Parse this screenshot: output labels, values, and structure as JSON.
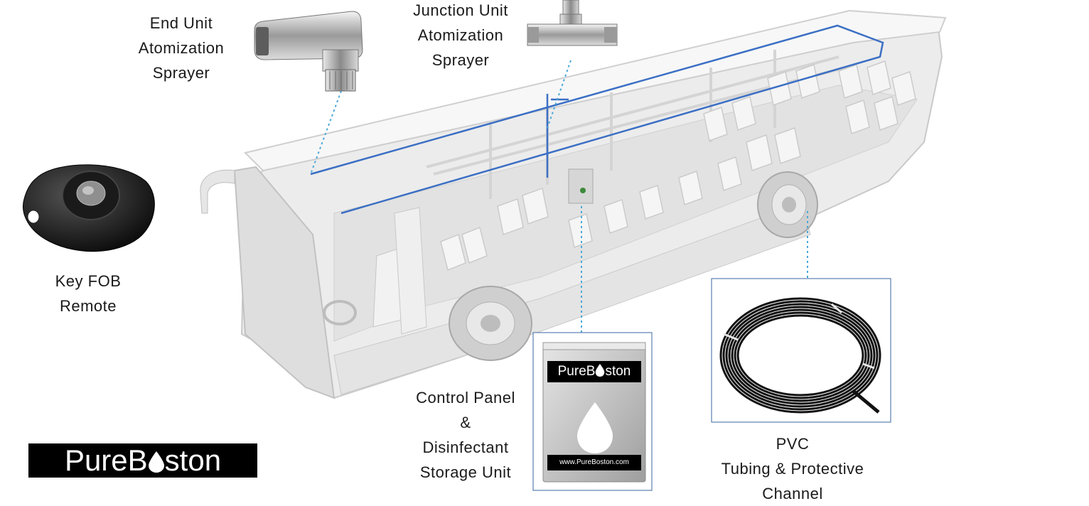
{
  "labels": {
    "end_unit": [
      "End Unit",
      "Atomization",
      "Sprayer"
    ],
    "junction_unit": [
      "Junction Unit",
      "Atomization",
      "Sprayer"
    ],
    "key_fob": [
      "Key FOB",
      "Remote"
    ],
    "control_panel": [
      "Control Panel",
      "&",
      "Disinfectant",
      "Storage Unit"
    ],
    "pvc": [
      "PVC",
      "Tubing & Protective",
      "Channel"
    ]
  },
  "brand": {
    "logo_prefix": "PureB",
    "logo_suffix": "ston",
    "box_brand_prefix": "PureB",
    "box_brand_suffix": "ston",
    "box_url": "www.PureBoston.com"
  },
  "icons": [
    "bus-cutaway-illustration",
    "end-unit-sprayer-photo",
    "junction-sprayer-photo",
    "key-fob-photo",
    "control-panel-box-photo",
    "pvc-tubing-coil-photo",
    "water-drop-logo-icon"
  ],
  "colors": {
    "pipe": "#3b6fc4",
    "leader": "#4aa8d8",
    "frame": "#5b7fb0",
    "text": "#1a1a1a",
    "logo_bg": "#000000"
  }
}
